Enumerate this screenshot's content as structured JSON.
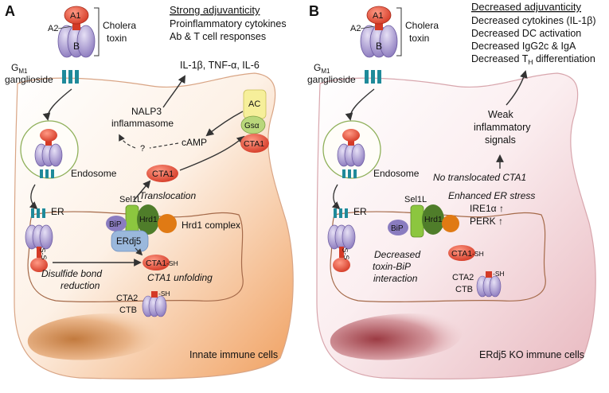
{
  "panel_a": {
    "letter": "A",
    "heading": "Strong adjuvanticity",
    "effects": [
      "Proinflammatory cytokines",
      "Ab & T cell responses"
    ],
    "toxin": {
      "a1": "A1",
      "a2": "A2",
      "b": "B",
      "name_line1": "Cholera",
      "name_line2": "toxin"
    },
    "gm1_main": "G",
    "gm1_sub": "M1",
    "gm1_line2": "ganglioside",
    "cytokines": "IL-1β, TNF-α, IL-6",
    "nalp3_line1": "NALP3",
    "nalp3_line2": "inflammasome",
    "camp": "cAMP",
    "question": "?",
    "ac": "AC",
    "gsa": "Gsα",
    "cta1_cytosol": "CTA1",
    "cta1_translocating": "CTA1",
    "translocation": "Translocation",
    "endosome": "Endosome",
    "er": "ER",
    "sel1l": "Sel1L",
    "hrd1": "Hrd1",
    "bip": "BiP",
    "erdj5": "ERdj5",
    "hrd1_complex": "Hrd1 complex",
    "ss": "S-S",
    "cta1_sh_main": "CTA1",
    "cta1_sh_suffix": "-SH",
    "disulfide_line1": "Disulfide bond",
    "disulfide_line2": "reduction",
    "unfolding": "CTA1 unfolding",
    "cta2": "CTA2",
    "ctb": "CTB",
    "sh": "-SH",
    "cell_label": "Innate immune cells"
  },
  "panel_b": {
    "letter": "B",
    "heading": "Decreased adjuvanticity",
    "effects": [
      "Decreased cytokines (IL-1β)",
      "Decreased DC activation",
      "Decreased IgG2c & IgA"
    ],
    "effect_th_prefix": "Decreased T",
    "effect_th_sub": "H",
    "effect_th_suffix": " differentiation",
    "toxin": {
      "a1": "A1",
      "a2": "A2",
      "b": "B",
      "name_line1": "Cholera",
      "name_line2": "toxin"
    },
    "gm1_main": "G",
    "gm1_sub": "M1",
    "gm1_line2": "ganglioside",
    "weak_lines": [
      "Weak",
      "inflammatory",
      "signals"
    ],
    "no_translocated": "No translocated CTA1",
    "enhanced_er": "Enhanced ER stress",
    "ire1": "IRE1α ↑",
    "perk": "PERK ↑",
    "endosome": "Endosome",
    "er": "ER",
    "sel1l": "Sel1L",
    "hrd1": "Hrd1",
    "bip": "BiP",
    "ss": "S-S",
    "decreased_lines": [
      "Decreased",
      "toxin-BiP",
      "interaction"
    ],
    "cta1_sh_main": "CTA1",
    "cta1_sh_suffix": "-SH",
    "cta2": "CTA2",
    "ctb": "CTB",
    "sh": "-SH",
    "cell_label": "ERdj5 KO immune cells"
  },
  "colors": {
    "red_text": "#cc1f1f",
    "blue_text": "#2b5fa8",
    "receptor_teal": "#1f8a9a",
    "toxin_purple": "#9a8ac4",
    "toxin_red": "#d84a36",
    "sel1l_green": "#8cc63f",
    "hrd1_green": "#4f7d2a",
    "orange_dot": "#e07a14",
    "bip_purple": "#8a7cc0",
    "erdj5_blue": "#9ab8dc",
    "ac_yellow": "#f6ef9a",
    "gsa_green": "#b9d77b"
  }
}
